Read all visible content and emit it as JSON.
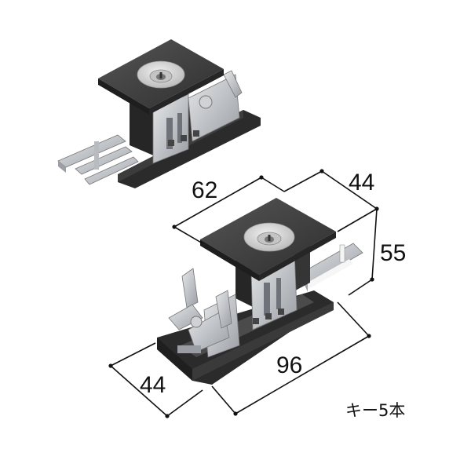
{
  "figure": {
    "dimensions": {
      "top_left_width": "62",
      "top_right_depth": "44",
      "height": "55",
      "bottom_length": "96",
      "bottom_left_depth": "44"
    },
    "note": "キー5本",
    "colors": {
      "body_dark": "#3a3a3a",
      "body_top": "#4a4a4a",
      "metal": "#c9ccd0",
      "metal_dark": "#8c9096",
      "cylinder_ring": "#d8d8d8",
      "dimension_line": "#111111"
    }
  }
}
